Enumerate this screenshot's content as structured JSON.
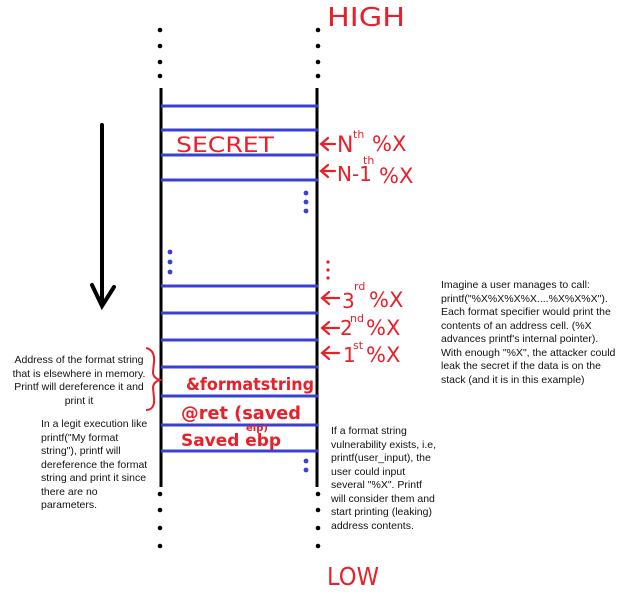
{
  "labels": {
    "high": "HIGH",
    "low": "LOW",
    "secret": "SECRET",
    "format_string_addr": "&formatstring",
    "ret": "@ret (saved eip)",
    "ret_main": "@ret (saved",
    "ret_sub": "eip)",
    "saved_ebp": "Saved ebp"
  },
  "pointers": [
    {
      "base": "N",
      "sup": "th",
      "spec": "%X"
    },
    {
      "base": "N-1",
      "sup": "th",
      "spec": "%X"
    },
    {
      "base": "3",
      "sup": "rd",
      "spec": "%X"
    },
    {
      "base": "2",
      "sup": "nd",
      "spec": "%X"
    },
    {
      "base": "1",
      "sup": "st",
      "spec": "%X"
    }
  ],
  "notes": {
    "right": "Imagine a user manages to call: printf(\"%X%X%X%X....%X%X%X\"). Each format specifier would print the contents of an address cell. (%X advances printf's internal pointer). With enough \"%X\", the attacker could leak the secret if the data is on the stack (and it is in this example)",
    "left_top": "Address of the format string that is elsewhere in memory. Printf will dereference it and print it",
    "left_bottom": "In a legit execution like printf(\"My format string\"), printf will dereference the format string and print it since there are no parameters.",
    "middle": "If a format string vulnerability exists, i.e, printf(user_input), the user could input several \"%X\". Printf will consider them and start printing (leaking) address contents."
  },
  "colors": {
    "red": "#e8202a",
    "blue": "#3a3fd6",
    "black": "#000000"
  }
}
